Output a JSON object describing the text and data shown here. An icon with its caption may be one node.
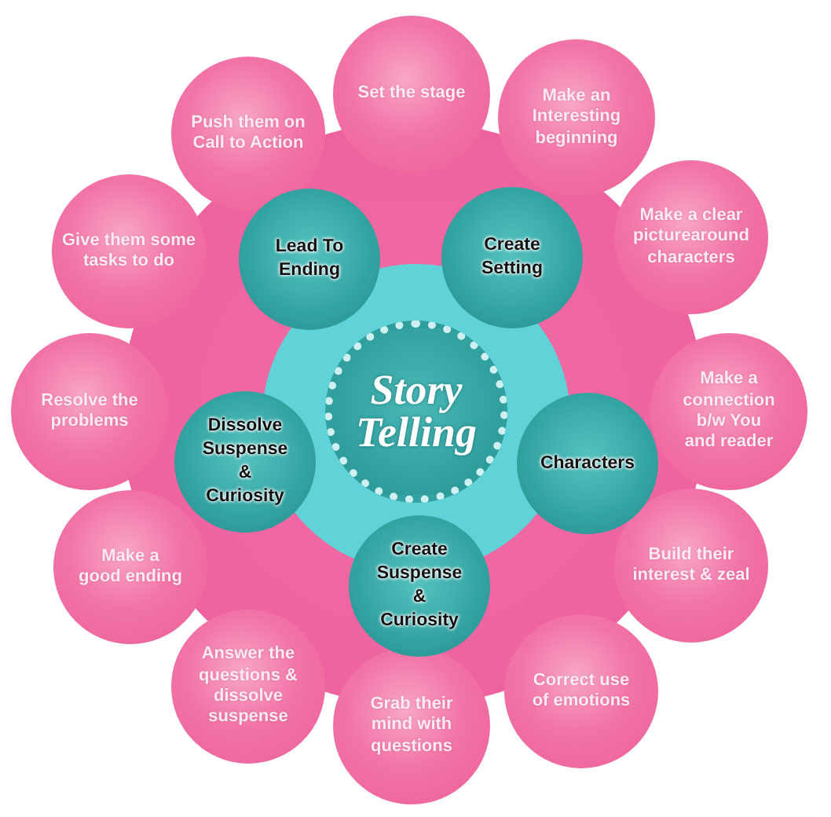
{
  "diagram": {
    "nodes": [
      {
        "text": [
          "Story Telling"
        ]
      },
      {
        "text": [
          "Create Setting"
        ]
      },
      {
        "text": [
          "Characters"
        ]
      },
      {
        "text": [
          "Create Suspense & Curiosity"
        ]
      },
      {
        "text": [
          "Dissolve Suspense & Curiosity"
        ]
      },
      {
        "text": [
          "Lead To Ending"
        ]
      },
      {
        "text": [
          "Set the stage"
        ]
      },
      {
        "text": [
          "Make an Interesting beginning"
        ]
      },
      {
        "text": [
          "Make a clear picturearound characters"
        ]
      },
      {
        "text": [
          "Make a connection b/w You and reader"
        ]
      },
      {
        "text": [
          "Build their interest & zeal"
        ]
      },
      {
        "text": [
          "Correct use of emotions"
        ]
      },
      {
        "text": [
          "Grab their mind with questions"
        ]
      },
      {
        "text": [
          "Answer the questions & dissolve suspense"
        ]
      },
      {
        "text": [
          "Make a good ending"
        ]
      },
      {
        "text": [
          "Resolve the problems"
        ]
      },
      {
        "text": [
          "Give them some tasks to do"
        ]
      },
      {
        "text": [
          "Push them on Call to Action"
        ]
      }
    ]
  }
}
